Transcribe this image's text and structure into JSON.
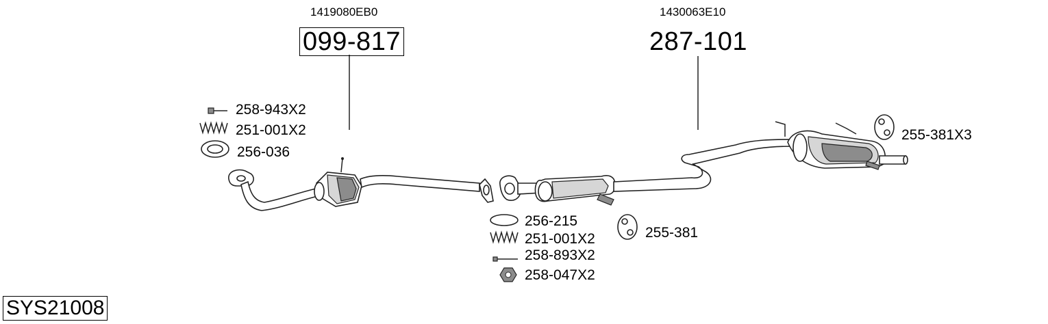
{
  "diagram": {
    "system_code": "SYS21008",
    "main_parts": [
      {
        "oem_number": "1419080EB0",
        "part_number": "099-817"
      },
      {
        "oem_number": "1430063E10",
        "part_number": "287-101"
      }
    ],
    "accessories": {
      "front_bolt": "258-943X2",
      "front_spring": "251-001X2",
      "front_gasket": "256-036",
      "mid_gasket": "256-215",
      "mid_spring": "251-001X2",
      "mid_bolt": "258-893X2",
      "mid_nut": "258-047X2",
      "mid_hanger": "255-381",
      "rear_hanger": "255-381X3"
    }
  }
}
